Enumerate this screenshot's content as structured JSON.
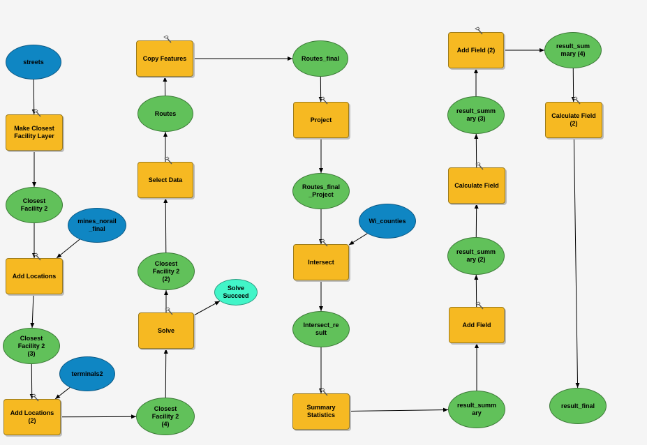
{
  "nodes": [
    {
      "id": "streets",
      "type": "input",
      "label": "streets"
    },
    {
      "id": "make_cf",
      "type": "tool",
      "label": "Make Closest\nFacility Layer"
    },
    {
      "id": "cf2",
      "type": "derived",
      "label": "Closest\nFacility 2"
    },
    {
      "id": "mines",
      "type": "input",
      "label": "mines_norail\n_final"
    },
    {
      "id": "add_loc",
      "type": "tool",
      "label": "Add Locations"
    },
    {
      "id": "cf2_3",
      "type": "derived",
      "label": "Closest\nFacility 2\n(3)"
    },
    {
      "id": "terminals",
      "type": "input",
      "label": "terminals2"
    },
    {
      "id": "add_loc2",
      "type": "tool",
      "label": "Add Locations\n(2)"
    },
    {
      "id": "cf2_4",
      "type": "derived",
      "label": "Closest\nFacility 2\n(4)"
    },
    {
      "id": "solve",
      "type": "tool",
      "label": "Solve"
    },
    {
      "id": "solve_succeed",
      "type": "output",
      "label": "Solve\nSucceed"
    },
    {
      "id": "cf2_2",
      "type": "derived",
      "label": "Closest\nFacility 2\n(2)"
    },
    {
      "id": "select_data",
      "type": "tool",
      "label": "Select Data"
    },
    {
      "id": "routes",
      "type": "derived",
      "label": "Routes"
    },
    {
      "id": "copy_features",
      "type": "tool",
      "label": "Copy Features"
    },
    {
      "id": "routes_final",
      "type": "derived",
      "label": "Routes_final"
    },
    {
      "id": "project",
      "type": "tool",
      "label": "Project"
    },
    {
      "id": "routes_final_project",
      "type": "derived",
      "label": "Routes_final\n_Project"
    },
    {
      "id": "wi_counties",
      "type": "input",
      "label": "Wi_counties"
    },
    {
      "id": "intersect",
      "type": "tool",
      "label": "Intersect"
    },
    {
      "id": "intersect_result",
      "type": "derived",
      "label": "Intersect_re\nsult"
    },
    {
      "id": "summary_stats",
      "type": "tool",
      "label": "Summary\nStatistics"
    },
    {
      "id": "result_summary",
      "type": "derived",
      "label": "result_summ\nary"
    },
    {
      "id": "add_field",
      "type": "tool",
      "label": "Add Field"
    },
    {
      "id": "result_summary_2",
      "type": "derived",
      "label": "result_summ\nary (2)"
    },
    {
      "id": "calc_field",
      "type": "tool",
      "label": "Calculate Field"
    },
    {
      "id": "result_summary_3",
      "type": "derived",
      "label": "result_summ\nary (3)"
    },
    {
      "id": "add_field_2",
      "type": "tool",
      "label": "Add Field (2)"
    },
    {
      "id": "result_summary_4",
      "type": "derived",
      "label": "result_sum\nmary (4)"
    },
    {
      "id": "calc_field_2",
      "type": "tool",
      "label": "Calculate Field\n(2)"
    },
    {
      "id": "result_final",
      "type": "derived",
      "label": "result_final"
    }
  ],
  "edges": [
    {
      "from": "streets",
      "to": "make_cf"
    },
    {
      "from": "make_cf",
      "to": "cf2"
    },
    {
      "from": "cf2",
      "to": "add_loc"
    },
    {
      "from": "mines",
      "to": "add_loc"
    },
    {
      "from": "add_loc",
      "to": "cf2_3"
    },
    {
      "from": "cf2_3",
      "to": "add_loc2"
    },
    {
      "from": "terminals",
      "to": "add_loc2"
    },
    {
      "from": "add_loc2",
      "to": "cf2_4"
    },
    {
      "from": "cf2_4",
      "to": "solve"
    },
    {
      "from": "solve",
      "to": "solve_succeed"
    },
    {
      "from": "solve",
      "to": "cf2_2"
    },
    {
      "from": "cf2_2",
      "to": "select_data"
    },
    {
      "from": "select_data",
      "to": "routes"
    },
    {
      "from": "routes",
      "to": "copy_features"
    },
    {
      "from": "copy_features",
      "to": "routes_final"
    },
    {
      "from": "routes_final",
      "to": "project"
    },
    {
      "from": "project",
      "to": "routes_final_project"
    },
    {
      "from": "routes_final_project",
      "to": "intersect"
    },
    {
      "from": "wi_counties",
      "to": "intersect"
    },
    {
      "from": "intersect",
      "to": "intersect_result"
    },
    {
      "from": "intersect_result",
      "to": "summary_stats"
    },
    {
      "from": "summary_stats",
      "to": "result_summary"
    },
    {
      "from": "result_summary",
      "to": "add_field"
    },
    {
      "from": "add_field",
      "to": "result_summary_2"
    },
    {
      "from": "result_summary_2",
      "to": "calc_field"
    },
    {
      "from": "calc_field",
      "to": "result_summary_3"
    },
    {
      "from": "result_summary_3",
      "to": "add_field_2"
    },
    {
      "from": "add_field_2",
      "to": "result_summary_4"
    },
    {
      "from": "result_summary_4",
      "to": "calc_field_2"
    },
    {
      "from": "calc_field_2",
      "to": "result_final"
    }
  ]
}
